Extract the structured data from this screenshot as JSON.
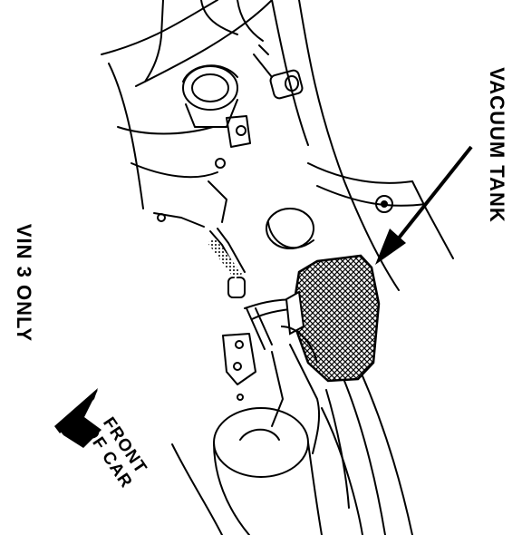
{
  "diagram": {
    "labels": {
      "vacuum_tank": "VACUUM TANK",
      "vin": "VIN 3 ONLY",
      "front_line1": "FRONT",
      "front_line2": "OF CAR"
    },
    "colors": {
      "ink": "#000000",
      "paper": "#ffffff"
    }
  }
}
